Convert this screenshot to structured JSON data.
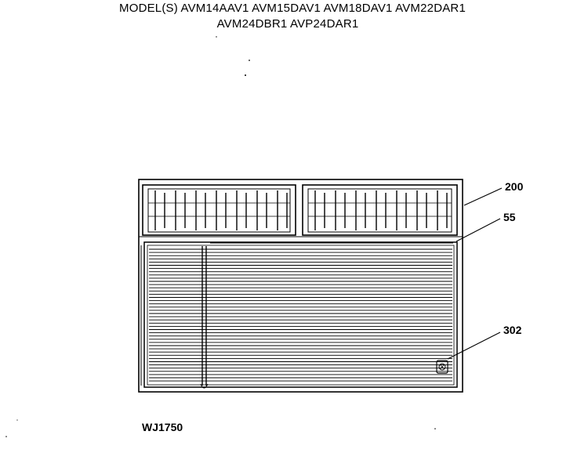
{
  "header": {
    "models_line_1": "MODEL(S) AVM14AAV1  AVM15DAV1  AVM18DAV1  AVM22DAR1",
    "models_line_2": "AVM24DBR1  AVP24DAR1"
  },
  "callouts": {
    "cabinet": "200",
    "grille_strip": "55",
    "control": "302"
  },
  "diagram_code": "WJ1750"
}
